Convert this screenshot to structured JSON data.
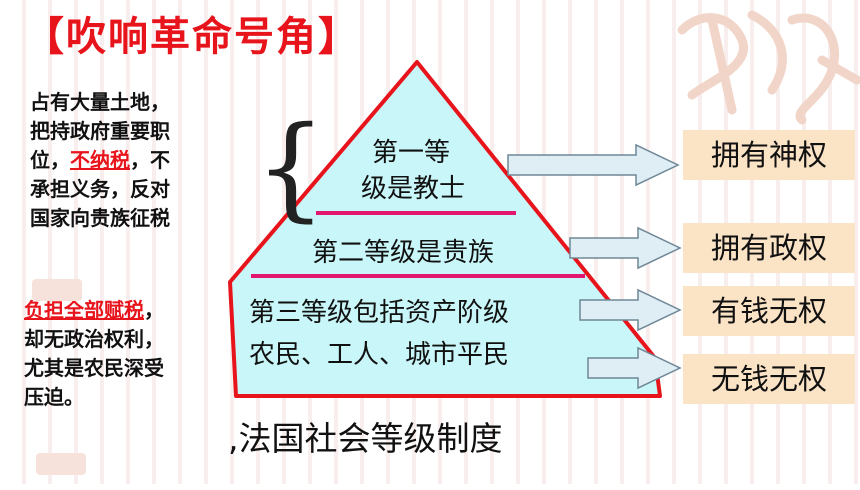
{
  "title": "【吹响革命号角】",
  "left_top_lines": [
    "占有大量土地，",
    "把持政府重要职",
    "位，",
    "不纳税",
    "，不",
    "承担义务，反对",
    "国家向贵族征税"
  ],
  "left_bottom": {
    "highlight": "负担全部赋税",
    "rest_first": "，",
    "lines": [
      "却无政治权利，",
      "尤其是农民深受",
      "压迫。"
    ]
  },
  "pyramid": {
    "tier1_line1": "第一等",
    "tier1_line2": "级是教士",
    "tier2": "第二等级是贵族",
    "tier3_line1": "第三等级包括资产阶级",
    "tier3_line2": "农民、工人、城市平民"
  },
  "boxes": [
    "拥有神权",
    "拥有政权",
    "有钱无权",
    "无钱无权"
  ],
  "caption": ",法国社会等级制度",
  "colors": {
    "title": "#e8141c",
    "pyramid_fill": "#c9f6f8",
    "pyramid_border": "#e8141c",
    "divider": "#e2186f",
    "box_fill": "#fbe3c6",
    "arrow_fill": "#dfeef5"
  }
}
